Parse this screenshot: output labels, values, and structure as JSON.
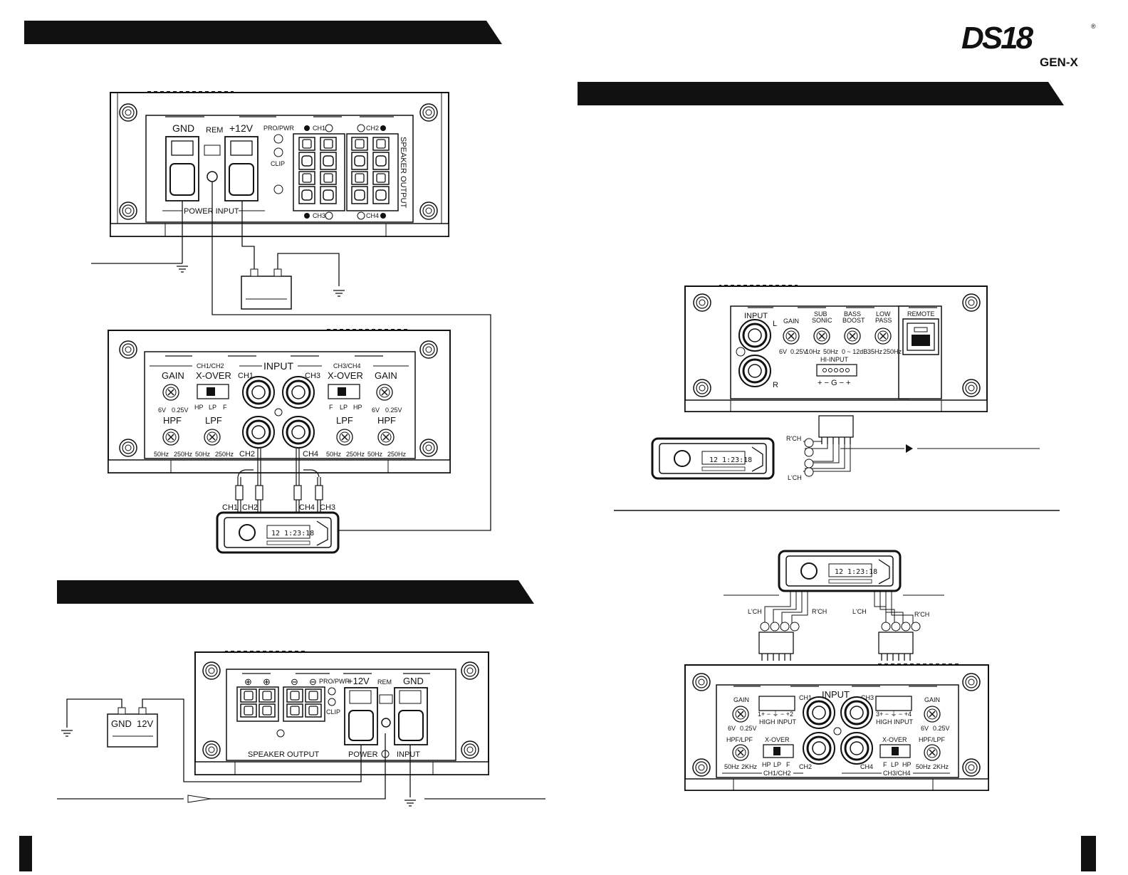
{
  "brand": {
    "logo_text": "DS18",
    "sub": "GEN-X",
    "reg": "®"
  },
  "power": {
    "gnd": "GND",
    "rem": "REM",
    "v12": "+12V",
    "pro_pwr": "PRO/PWR",
    "clip": "CLIP",
    "power_input": "POWER INPUT",
    "speaker_output": "SPEAKER OUTPUT",
    "ch1": "CH1",
    "ch2": "CH2",
    "ch3": "CH3",
    "ch4": "CH4"
  },
  "input_panel": {
    "input": "INPUT",
    "ch12": "CH1/CH2",
    "ch34": "CH3/CH4",
    "gain": "GAIN",
    "xover": "X-OVER",
    "hpf": "HPF",
    "lpf": "LPF",
    "hp": "HP",
    "lp": "LP",
    "f": "F",
    "v6": "6V",
    "v025": "0.25V",
    "hz50": "50Hz",
    "hz250": "250Hz",
    "ch1": "CH1",
    "ch2": "CH2",
    "ch3": "CH3",
    "ch4": "CH4"
  },
  "headunit": {
    "time": "12 1:23:18"
  },
  "mono": {
    "input": "INPUT",
    "l": "L",
    "r": "R",
    "gain": "GAIN",
    "subsonic": [
      "SUB",
      "SONIC"
    ],
    "bass": [
      "BASS",
      "BOOST"
    ],
    "low": [
      "LOW",
      "PASS"
    ],
    "remote": "REMOTE",
    "hi_input": "HI-INPUT",
    "hi_pins": "+ − G − +",
    "v6": "6V",
    "v025": "0.25V",
    "hz10": "10Hz",
    "hz50": "50Hz",
    "db": "0 ~ 12dB",
    "hz35": "35Hz",
    "hz250": "250Hz",
    "rch": "R'CH",
    "lch": "L'CH"
  },
  "bottom_power": {
    "gnd": "GND",
    "v12": "12V",
    "plus12": "+12V",
    "rem": "REM",
    "pro_pwr": "PRO/PWR",
    "clip": "CLIP",
    "speaker_output": "SPEAKER OUTPUT",
    "power": "POWER",
    "input": "INPUT"
  },
  "high_input": {
    "input": "INPUT",
    "gain": "GAIN",
    "high_input": "HIGH INPUT",
    "hpf_lpf": "HPF/LPF",
    "xover": "X-OVER",
    "hp": "HP",
    "lp": "LP",
    "f": "F",
    "v6": "6V",
    "v025": "0.25V",
    "hz50": "50Hz",
    "khz2": "2KHz",
    "ch1": "CH1",
    "ch2": "CH2",
    "ch3": "CH3",
    "ch4": "CH4",
    "ch12": "CH1/CH2",
    "ch34": "CH3/CH4",
    "pins_left": "1+ − ⏚ − +2",
    "pins_right": "3+ − ⏚ − +4",
    "lch": "L'CH",
    "rch": "R'CH"
  }
}
